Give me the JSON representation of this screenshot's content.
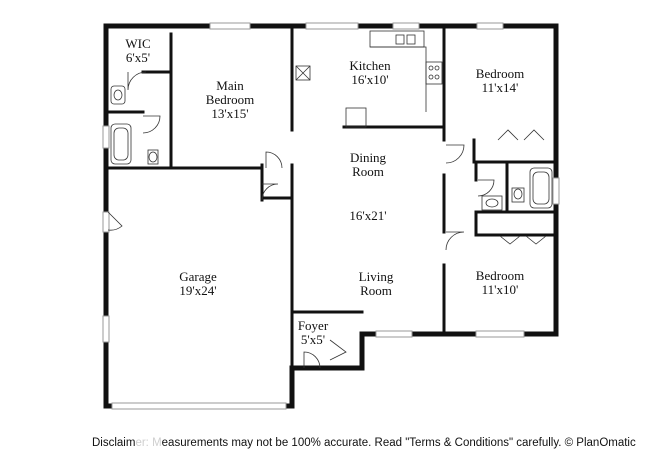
{
  "rooms": {
    "wic": {
      "name": "WIC",
      "size": "6'x5'"
    },
    "main_bedroom": {
      "name_line1": "Main",
      "name_line2": "Bedroom",
      "size": "13'x15'"
    },
    "kitchen": {
      "name": "Kitchen",
      "size": "16'x10'"
    },
    "bedroom_top": {
      "name": "Bedroom",
      "size": "11'x14'"
    },
    "dining": {
      "name_line1": "Dining",
      "name_line2": "Room"
    },
    "dining_living_size": "16'x21'",
    "living": {
      "name_line1": "Living",
      "name_line2": "Room"
    },
    "garage": {
      "name": "Garage",
      "size": "19'x24'"
    },
    "bedroom_bottom": {
      "name": "Bedroom",
      "size": "11'x10'"
    },
    "foyer": {
      "name": "Foyer",
      "size": "5'x5'"
    }
  },
  "disclaimer": {
    "start": "Disclaim",
    "obscured": "er: M",
    "rest": "easurements may not be 100% accurate. Read \"Terms & Conditions\" carefully. © PlanOmatic"
  },
  "colors": {
    "wall": "#111111",
    "window": "#9a9a9a",
    "background": "#ffffff"
  }
}
